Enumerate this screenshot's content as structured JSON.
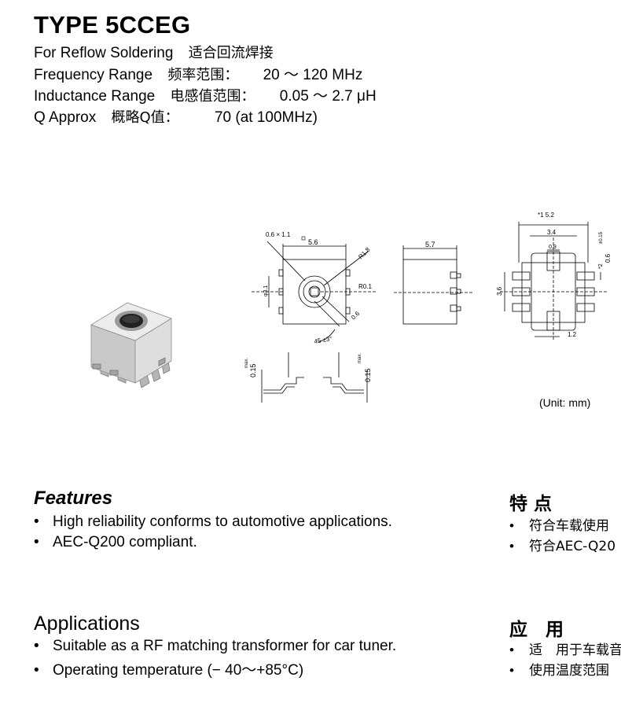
{
  "header": {
    "title": "TYPE 5CCEG",
    "specs": [
      {
        "en": "For Reflow Soldering",
        "cn": "适合回流焊接",
        "value": ""
      },
      {
        "en": "Frequency Range",
        "cn": "频率范围：",
        "value": "20 〜 120 MHz"
      },
      {
        "en": "Inductance Range",
        "cn": "电感值范围：",
        "value": "0.05 〜 2.7 μH"
      },
      {
        "en": "Q Approx",
        "cn": "概略Q值：",
        "value": "70 (at 100MHz)"
      }
    ]
  },
  "drawing": {
    "dims": {
      "d1": "0.6 × 1.1",
      "d2": "5.6",
      "d3": "R1.8",
      "d4": "R0.1",
      "d5": "0.6",
      "d6": "45 ±3°",
      "d7": "φ3.1",
      "d8": "5.7",
      "d9": "3.6",
      "d10": "1.2",
      "d11": "0.9",
      "d12": "3.4",
      "d13": "*1 5.2",
      "d14": "*2",
      "d15": "0.6",
      "d16": "±0.15",
      "d17": "0.15",
      "d18": "max."
    },
    "unit_note": "(Unit: mm)"
  },
  "features": {
    "heading": "Features",
    "items": [
      "High reliability conforms to automotive applications.",
      "AEC-Q200 compliant."
    ],
    "heading_cn": "特 点",
    "items_cn": [
      "符合车载使用",
      "符合AEC-Q20"
    ]
  },
  "applications": {
    "heading": "Applications",
    "items": [
      "Suitable as a RF matching transformer for car tuner.",
      "Operating temperature (− 40〜+85°C)"
    ],
    "heading_cn": "应　用",
    "items_cn": [
      "适　用于车载音",
      "使用温度范围"
    ]
  }
}
